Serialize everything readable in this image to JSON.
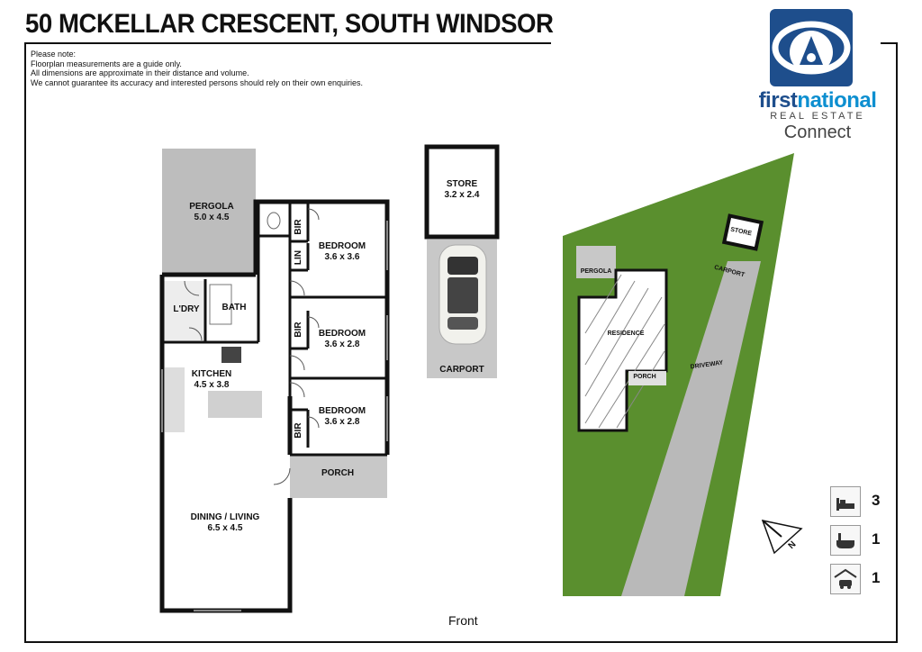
{
  "title": "50 MCKELLAR CRESCENT, SOUTH WINDSOR",
  "notes": [
    "Please note:",
    "Floorplan measurements are a guide only.",
    "All dimensions are approximate in their distance and volume.",
    "We cannot guarantee its accuracy and interested persons should rely on their own enquiries."
  ],
  "logo": {
    "brand_first": "first",
    "brand_second": "national",
    "subtitle": "REAL ESTATE",
    "office": "Connect",
    "brand_color": "#1e4e8c",
    "accent_color": "#0d8fd0"
  },
  "rooms": {
    "pergola": {
      "name": "PERGOLA",
      "size": "5.0 x 4.5"
    },
    "bir1": "BIR",
    "bir2": "BIR",
    "bir3": "BIR",
    "lin": "LIN",
    "bedroom1": {
      "name": "BEDROOM",
      "size": "3.6 x 3.6"
    },
    "bedroom2": {
      "name": "BEDROOM",
      "size": "3.6 x 2.8"
    },
    "bedroom3": {
      "name": "BEDROOM",
      "size": "3.6 x 2.8"
    },
    "ldry": "L'DRY",
    "bath": "BATH",
    "kitchen": {
      "name": "KITCHEN",
      "size": "4.5 x 3.8"
    },
    "porch": "PORCH",
    "dining": {
      "name": "DINING / LIVING",
      "size": "6.5 x 4.5"
    },
    "store": {
      "name": "STORE",
      "size": "3.2 x 2.4"
    },
    "carport": "CARPORT"
  },
  "site_plan": {
    "store": "STORE",
    "carport": "CARPORT",
    "pergola": "PERGOLA",
    "residence": "RESIDENCE",
    "porch": "PORCH",
    "driveway": "DRIVEWAY",
    "grass_color": "#5a8f2e"
  },
  "front_label": "Front",
  "features": {
    "bedrooms": "3",
    "bathrooms": "1",
    "car_spaces": "1"
  },
  "compass_label": "N"
}
